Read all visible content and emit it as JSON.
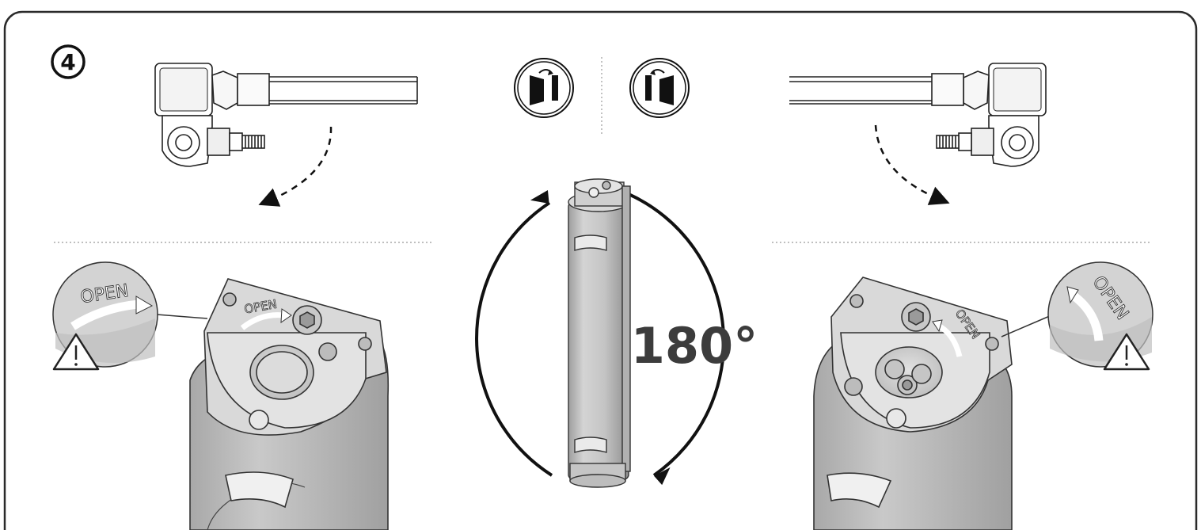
{
  "step_number": "4",
  "rotation_label": "180°",
  "left_closeup": {
    "inscription": "OPEN"
  },
  "right_closeup": {
    "inscription": "OPEN"
  },
  "left_body": {
    "inscription": "OPEN"
  },
  "right_body": {
    "inscription": "OPEN"
  },
  "icons": {
    "warning_left": "warning-triangle-icon",
    "warning_right": "warning-triangle-icon",
    "door_left": "door-left-opening-icon",
    "door_right": "door-right-opening-icon",
    "rotate": "rotation-arrows-icon"
  },
  "colors": {
    "frame": "#2a2a2a",
    "metal": "#cfcfcf",
    "metal_dark": "#a9a9a9",
    "label_text": "#3c3c3c"
  }
}
